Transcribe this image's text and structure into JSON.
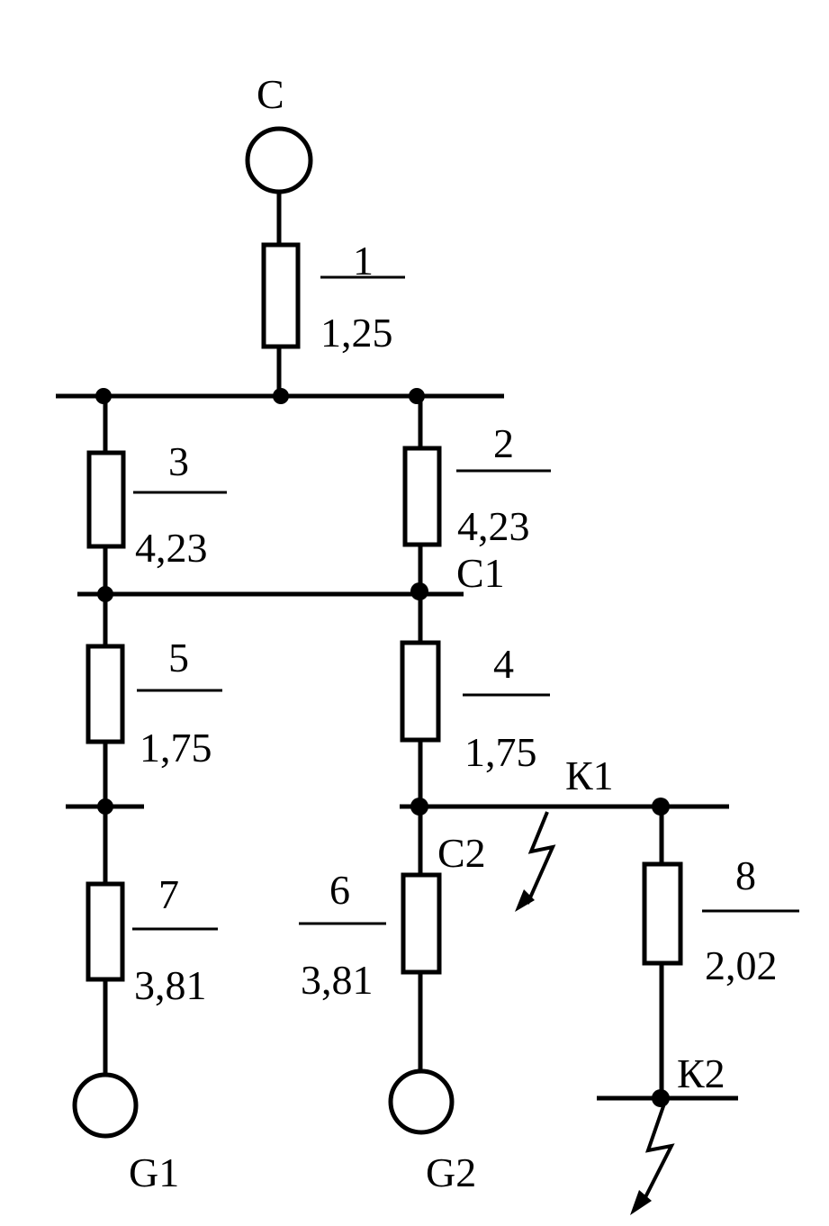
{
  "nodes": {
    "source": "C",
    "bus_c1": "C1",
    "bus_c2": "C2",
    "fault_k1": "К1",
    "fault_k2": "К2",
    "gen_g1": "G1",
    "gen_g2": "G2"
  },
  "elements": [
    {
      "id": "1",
      "value": "1,25"
    },
    {
      "id": "2",
      "value": "4,23"
    },
    {
      "id": "3",
      "value": "4,23"
    },
    {
      "id": "4",
      "value": "1,75"
    },
    {
      "id": "5",
      "value": "1,75"
    },
    {
      "id": "6",
      "value": "3,81"
    },
    {
      "id": "7",
      "value": "3,81"
    },
    {
      "id": "8",
      "value": "2,02"
    }
  ]
}
